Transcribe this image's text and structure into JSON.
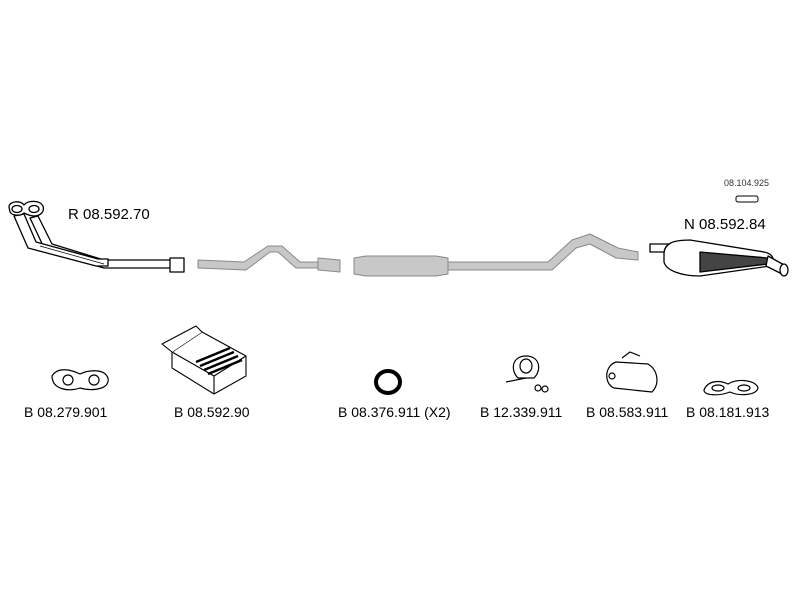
{
  "components": {
    "front_pipe": {
      "code": "R 08.592.70"
    },
    "rear_silencer": {
      "code": "N 08.592.84"
    },
    "rear_hanger": {
      "code": "08.104.925"
    }
  },
  "parts": [
    {
      "code": "B 08.279.901",
      "icon": "gasket-icon"
    },
    {
      "code": "B 08.592.90",
      "icon": "mounting-kit-box-icon"
    },
    {
      "code": "B 08.376.911 (X2)",
      "icon": "sealing-ring-icon"
    },
    {
      "code": "B 12.339.911",
      "icon": "clamp-bolt-icon"
    },
    {
      "code": "B 08.583.911",
      "icon": "rubber-hanger-icon"
    },
    {
      "code": "B 08.181.913",
      "icon": "rubber-mount-icon"
    }
  ],
  "colors": {
    "new_part_fill": "#ffffff",
    "existing_part_fill": "#c8c8c8",
    "outline": "#000000"
  }
}
